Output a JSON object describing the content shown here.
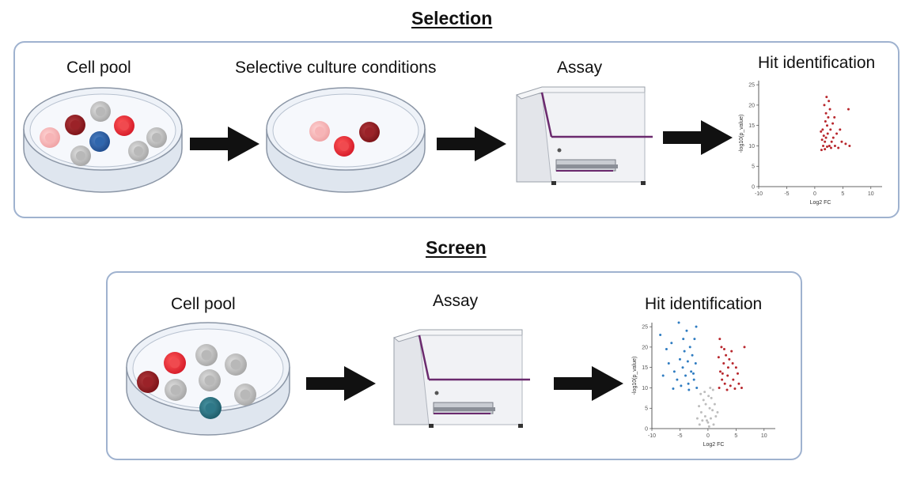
{
  "selection": {
    "title": "Selection",
    "steps": {
      "cell_pool": "Cell pool",
      "selective_culture": "Selective culture conditions",
      "assay": "Assay",
      "hit_identification": "Hit identification"
    }
  },
  "screen": {
    "title": "Screen",
    "steps": {
      "cell_pool": "Cell pool",
      "assay": "Assay",
      "hit_identification": "Hit identification"
    }
  },
  "colors": {
    "panel_border": "#9fb2cf",
    "up_points": "#b8272d",
    "down_points": "#2f7cc1",
    "ns_points": "#bdbdbd",
    "instrument_stripe": "#6b2a6e"
  },
  "chart_data": [
    {
      "type": "scatter",
      "title": "",
      "xlabel": "Log2 FC",
      "ylabel": "-log10(p_value)",
      "xlim": [
        -10,
        12
      ],
      "ylim": [
        0,
        26
      ],
      "x_ticks": [
        "-10",
        "-5",
        "0",
        "5",
        "10"
      ],
      "y_ticks": [
        "0",
        "5",
        "10",
        "15",
        "20",
        "25"
      ],
      "series": [
        {
          "color": "#b8272d",
          "points": [
            [
              1.2,
              9
            ],
            [
              1.5,
              10
            ],
            [
              1.8,
              11
            ],
            [
              2.0,
              12
            ],
            [
              2.3,
              13
            ],
            [
              1.4,
              14
            ],
            [
              2.6,
              10
            ],
            [
              3.0,
              11
            ],
            [
              2.2,
              15
            ],
            [
              1.9,
              16
            ],
            [
              2.8,
              14
            ],
            [
              3.3,
              12
            ],
            [
              1.6,
              12.5
            ],
            [
              2.4,
              17
            ],
            [
              2.0,
              18
            ],
            [
              1.7,
              20
            ],
            [
              2.1,
              22
            ],
            [
              3.6,
              10
            ],
            [
              4.2,
              9.5
            ],
            [
              4.8,
              11
            ],
            [
              5.5,
              10.5
            ],
            [
              6.2,
              10
            ],
            [
              3.9,
              13
            ],
            [
              2.7,
              19
            ],
            [
              1.3,
              11.5
            ],
            [
              2.9,
              9.5
            ],
            [
              3.2,
              15.5
            ],
            [
              1.1,
              13.5
            ],
            [
              6.0,
              19
            ],
            [
              3.5,
              17
            ],
            [
              2.5,
              21
            ],
            [
              1.8,
              9.2
            ],
            [
              2.2,
              9.8
            ],
            [
              4.5,
              14
            ]
          ]
        }
      ]
    },
    {
      "type": "scatter",
      "title": "",
      "xlabel": "Log2 FC",
      "ylabel": "-log10(p_value)",
      "xlim": [
        -10,
        12
      ],
      "ylim": [
        0,
        26
      ],
      "x_ticks": [
        "-10",
        "-5",
        "0",
        "5",
        "10"
      ],
      "y_ticks": [
        "0",
        "5",
        "10",
        "15",
        "20",
        "25"
      ],
      "series": [
        {
          "color": "#bdbdbd",
          "points": [
            [
              -1.5,
              1
            ],
            [
              -1,
              2
            ],
            [
              -0.5,
              3
            ],
            [
              0,
              1.5
            ],
            [
              0.5,
              2.5
            ],
            [
              1,
              1
            ],
            [
              1.4,
              3
            ],
            [
              -1.2,
              4
            ],
            [
              0.3,
              5
            ],
            [
              -0.4,
              6
            ],
            [
              0.8,
              4.5
            ],
            [
              -0.8,
              7
            ],
            [
              0.1,
              8
            ],
            [
              1.2,
              6
            ],
            [
              -1.6,
              5.5
            ],
            [
              0.6,
              7.5
            ],
            [
              -0.2,
              2
            ],
            [
              0.2,
              0.5
            ],
            [
              -1.9,
              2.5
            ],
            [
              1.7,
              4
            ],
            [
              -0.6,
              9
            ],
            [
              0.9,
              9.5
            ],
            [
              -1.3,
              8.5
            ],
            [
              0.4,
              10
            ]
          ]
        },
        {
          "color": "#2f7cc1",
          "points": [
            [
              -2,
              10
            ],
            [
              -2.5,
              12
            ],
            [
              -3,
              14
            ],
            [
              -2.2,
              16
            ],
            [
              -3.5,
              11
            ],
            [
              -4,
              13
            ],
            [
              -2.8,
              18
            ],
            [
              -3.2,
              20
            ],
            [
              -4.5,
              15
            ],
            [
              -5,
              17
            ],
            [
              -2.4,
              22
            ],
            [
              -3.8,
              24
            ],
            [
              -5.5,
              12
            ],
            [
              -6,
              14
            ],
            [
              -4.2,
              19
            ],
            [
              -6.5,
              21
            ],
            [
              -7,
              16
            ],
            [
              -2.1,
              25
            ],
            [
              -5.2,
              26
            ],
            [
              -8,
              13
            ],
            [
              -8.5,
              23
            ],
            [
              -3.4,
              9.5
            ],
            [
              -4.8,
              10.5
            ],
            [
              -6.2,
              9.8
            ],
            [
              -2.6,
              13.5
            ],
            [
              -3.6,
              16.5
            ],
            [
              -7.4,
              19.5
            ],
            [
              -4.4,
              22
            ]
          ]
        },
        {
          "color": "#b8272d",
          "points": [
            [
              2,
              10
            ],
            [
              2.5,
              12
            ],
            [
              3,
              11
            ],
            [
              2.2,
              14
            ],
            [
              3.5,
              13
            ],
            [
              4,
              10.5
            ],
            [
              2.8,
              16
            ],
            [
              3.2,
              18
            ],
            [
              4.5,
              12
            ],
            [
              5,
              15
            ],
            [
              2.4,
              20
            ],
            [
              3.8,
              17
            ],
            [
              5.5,
              11
            ],
            [
              6,
              10
            ],
            [
              4.2,
              19
            ],
            [
              6.5,
              20
            ],
            [
              2.1,
              22
            ],
            [
              3.4,
              9.5
            ],
            [
              4.8,
              9.8
            ],
            [
              2.6,
              13.5
            ],
            [
              3.6,
              15
            ],
            [
              5.3,
              13.5
            ],
            [
              2.9,
              19.5
            ],
            [
              4.4,
              16
            ],
            [
              1.9,
              17.5
            ]
          ]
        }
      ]
    }
  ]
}
